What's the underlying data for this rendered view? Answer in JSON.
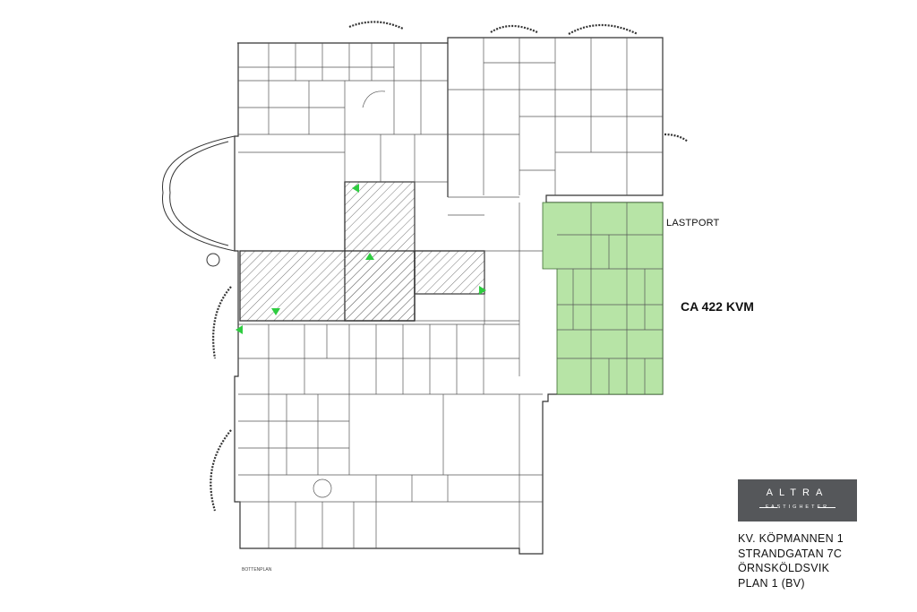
{
  "plan": {
    "loading_dock_label": "LASTPORT",
    "area_label": "CA 422 KVM",
    "floor_caption": "BOTTENPLAN",
    "highlight_color": "#b7e4a6",
    "hatch_color": "#555555",
    "exit_arrow_color": "#2ecc40"
  },
  "logo": {
    "name": "ALTRA",
    "subtitle": "FASTIGHETER",
    "background": "#55575a"
  },
  "info": {
    "line1": "KV. KÖPMANNEN 1",
    "line2": "STRANDGATAN 7C",
    "line3": "ÖRNSKÖLDSVIK",
    "line4": "PLAN 1 (BV)"
  }
}
